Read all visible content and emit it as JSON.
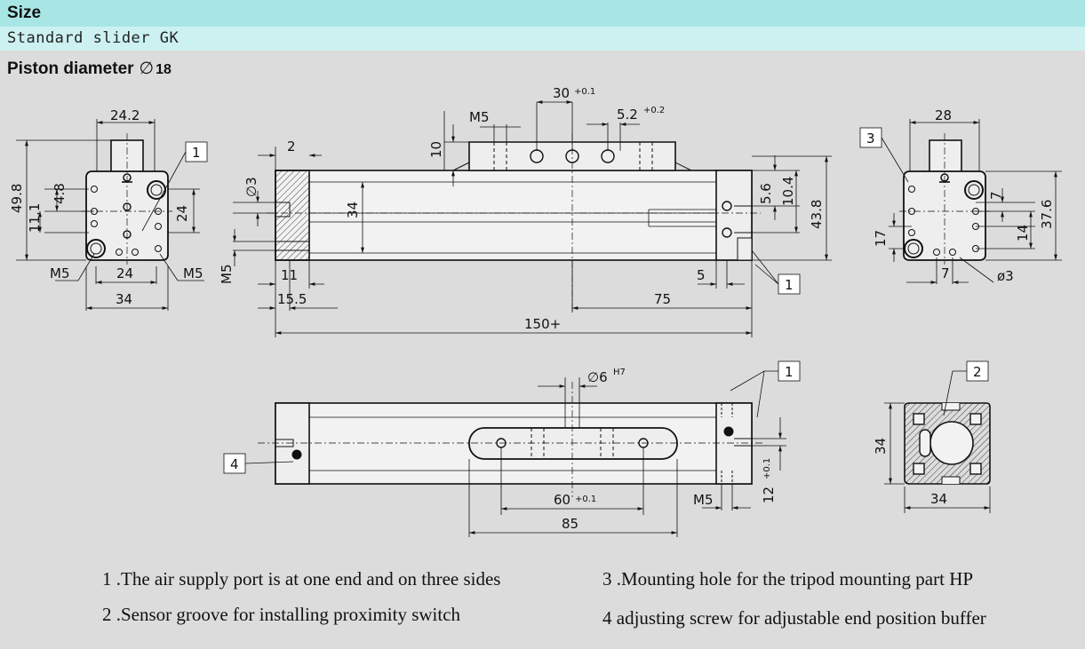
{
  "header": {
    "size_label": "Size",
    "slider_label": "Standard slider GK"
  },
  "piston": {
    "label": "Piston diameter",
    "symbol": "∅",
    "value": "18"
  },
  "drawing": {
    "dims": {
      "w24_2": "24.2",
      "h49_8": "49.8",
      "h4_8": "4.8",
      "h11_1": "11.1",
      "h24": "24",
      "m5a": "M5",
      "w24": "24",
      "m5b": "M5",
      "w34": "34",
      "w2": "2",
      "d3": "∅3",
      "h34": "34",
      "m5c": "M5",
      "w11": "11",
      "w15_5": "15.5",
      "h10": "10",
      "m5top": "M5",
      "w30": "30",
      "tol01": "+0.1",
      "w5_2": "5.2",
      "tol02": "+0.2",
      "h5_6": "5.6",
      "h10_4": "10.4",
      "h43_8": "43.8",
      "w5": "5",
      "w75": "75",
      "w150": "150+",
      "w28": "28",
      "h7": "7",
      "h37_6": "37.6",
      "h17": "17",
      "h14": "14",
      "w7": "7",
      "d3b": "ø3",
      "d6": "∅6",
      "h7fit": "H7",
      "w60": "60",
      "w85": "85",
      "m5d": "M5",
      "h12": "12",
      "h34b": "34",
      "w34b": "34"
    },
    "callouts": {
      "c1": "1",
      "c2": "2",
      "c3": "3",
      "c4": "4"
    }
  },
  "notes": {
    "n1": "1 .The air supply port is at one end and on three sides",
    "n2": "2 .Sensor groove for installing proximity switch",
    "n3": "3 .Mounting hole for the tripod mounting part HP",
    "n4": "4 adjusting screw for adjustable end position buffer"
  }
}
